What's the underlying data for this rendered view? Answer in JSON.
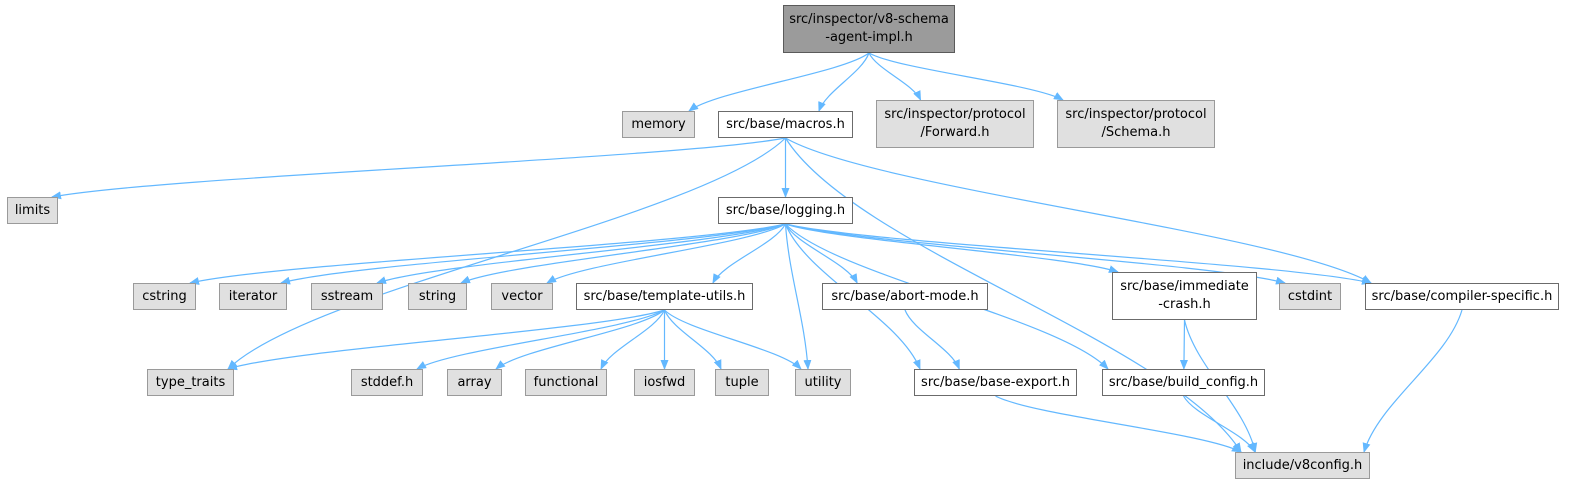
{
  "nodes": {
    "root": {
      "lines": [
        "src/inspector/v8-schema",
        "-agent-impl.h"
      ]
    },
    "memory": {
      "lines": [
        "memory"
      ]
    },
    "macros": {
      "lines": [
        "src/base/macros.h"
      ]
    },
    "forward": {
      "lines": [
        "src/inspector/protocol",
        "/Forward.h"
      ]
    },
    "schema": {
      "lines": [
        "src/inspector/protocol",
        "/Schema.h"
      ]
    },
    "limits": {
      "lines": [
        "limits"
      ]
    },
    "logging": {
      "lines": [
        "src/base/logging.h"
      ]
    },
    "cstring": {
      "lines": [
        "cstring"
      ]
    },
    "iterator": {
      "lines": [
        "iterator"
      ]
    },
    "sstream": {
      "lines": [
        "sstream"
      ]
    },
    "string": {
      "lines": [
        "string"
      ]
    },
    "vector": {
      "lines": [
        "vector"
      ]
    },
    "template_utils": {
      "lines": [
        "src/base/template-utils.h"
      ]
    },
    "abort_mode": {
      "lines": [
        "src/base/abort-mode.h"
      ]
    },
    "immediate_crash": {
      "lines": [
        "src/base/immediate",
        "-crash.h"
      ]
    },
    "cstdint": {
      "lines": [
        "cstdint"
      ]
    },
    "compiler_specific": {
      "lines": [
        "src/base/compiler-specific.h"
      ]
    },
    "type_traits": {
      "lines": [
        "type_traits"
      ]
    },
    "stddef": {
      "lines": [
        "stddef.h"
      ]
    },
    "array": {
      "lines": [
        "array"
      ]
    },
    "functional": {
      "lines": [
        "functional"
      ]
    },
    "iosfwd": {
      "lines": [
        "iosfwd"
      ]
    },
    "tuple": {
      "lines": [
        "tuple"
      ]
    },
    "utility": {
      "lines": [
        "utility"
      ]
    },
    "base_export": {
      "lines": [
        "src/base/base-export.h"
      ]
    },
    "build_config": {
      "lines": [
        "src/base/build_config.h"
      ]
    },
    "v8config": {
      "lines": [
        "include/v8config.h"
      ]
    }
  },
  "edges": [
    [
      "root",
      "memory"
    ],
    [
      "root",
      "macros"
    ],
    [
      "root",
      "forward"
    ],
    [
      "root",
      "schema"
    ],
    [
      "macros",
      "limits"
    ],
    [
      "macros",
      "type_traits"
    ],
    [
      "macros",
      "logging"
    ],
    [
      "macros",
      "compiler_specific"
    ],
    [
      "macros",
      "v8config"
    ],
    [
      "logging",
      "cstring"
    ],
    [
      "logging",
      "iterator"
    ],
    [
      "logging",
      "sstream"
    ],
    [
      "logging",
      "string"
    ],
    [
      "logging",
      "vector"
    ],
    [
      "logging",
      "template_utils"
    ],
    [
      "logging",
      "utility"
    ],
    [
      "logging",
      "abort_mode"
    ],
    [
      "logging",
      "base_export"
    ],
    [
      "logging",
      "immediate_crash"
    ],
    [
      "logging",
      "build_config"
    ],
    [
      "logging",
      "cstdint"
    ],
    [
      "logging",
      "compiler_specific"
    ],
    [
      "template_utils",
      "type_traits"
    ],
    [
      "template_utils",
      "stddef"
    ],
    [
      "template_utils",
      "array"
    ],
    [
      "template_utils",
      "functional"
    ],
    [
      "template_utils",
      "iosfwd"
    ],
    [
      "template_utils",
      "tuple"
    ],
    [
      "template_utils",
      "utility"
    ],
    [
      "abort_mode",
      "base_export"
    ],
    [
      "immediate_crash",
      "build_config"
    ],
    [
      "immediate_crash",
      "v8config"
    ],
    [
      "compiler_specific",
      "v8config"
    ],
    [
      "base_export",
      "v8config"
    ],
    [
      "build_config",
      "v8config"
    ]
  ],
  "colors": {
    "edge": "#63b8ff",
    "root_fill": "#9b9b9b",
    "system_fill": "#e0e0e0",
    "project_fill": "#ffffff"
  }
}
